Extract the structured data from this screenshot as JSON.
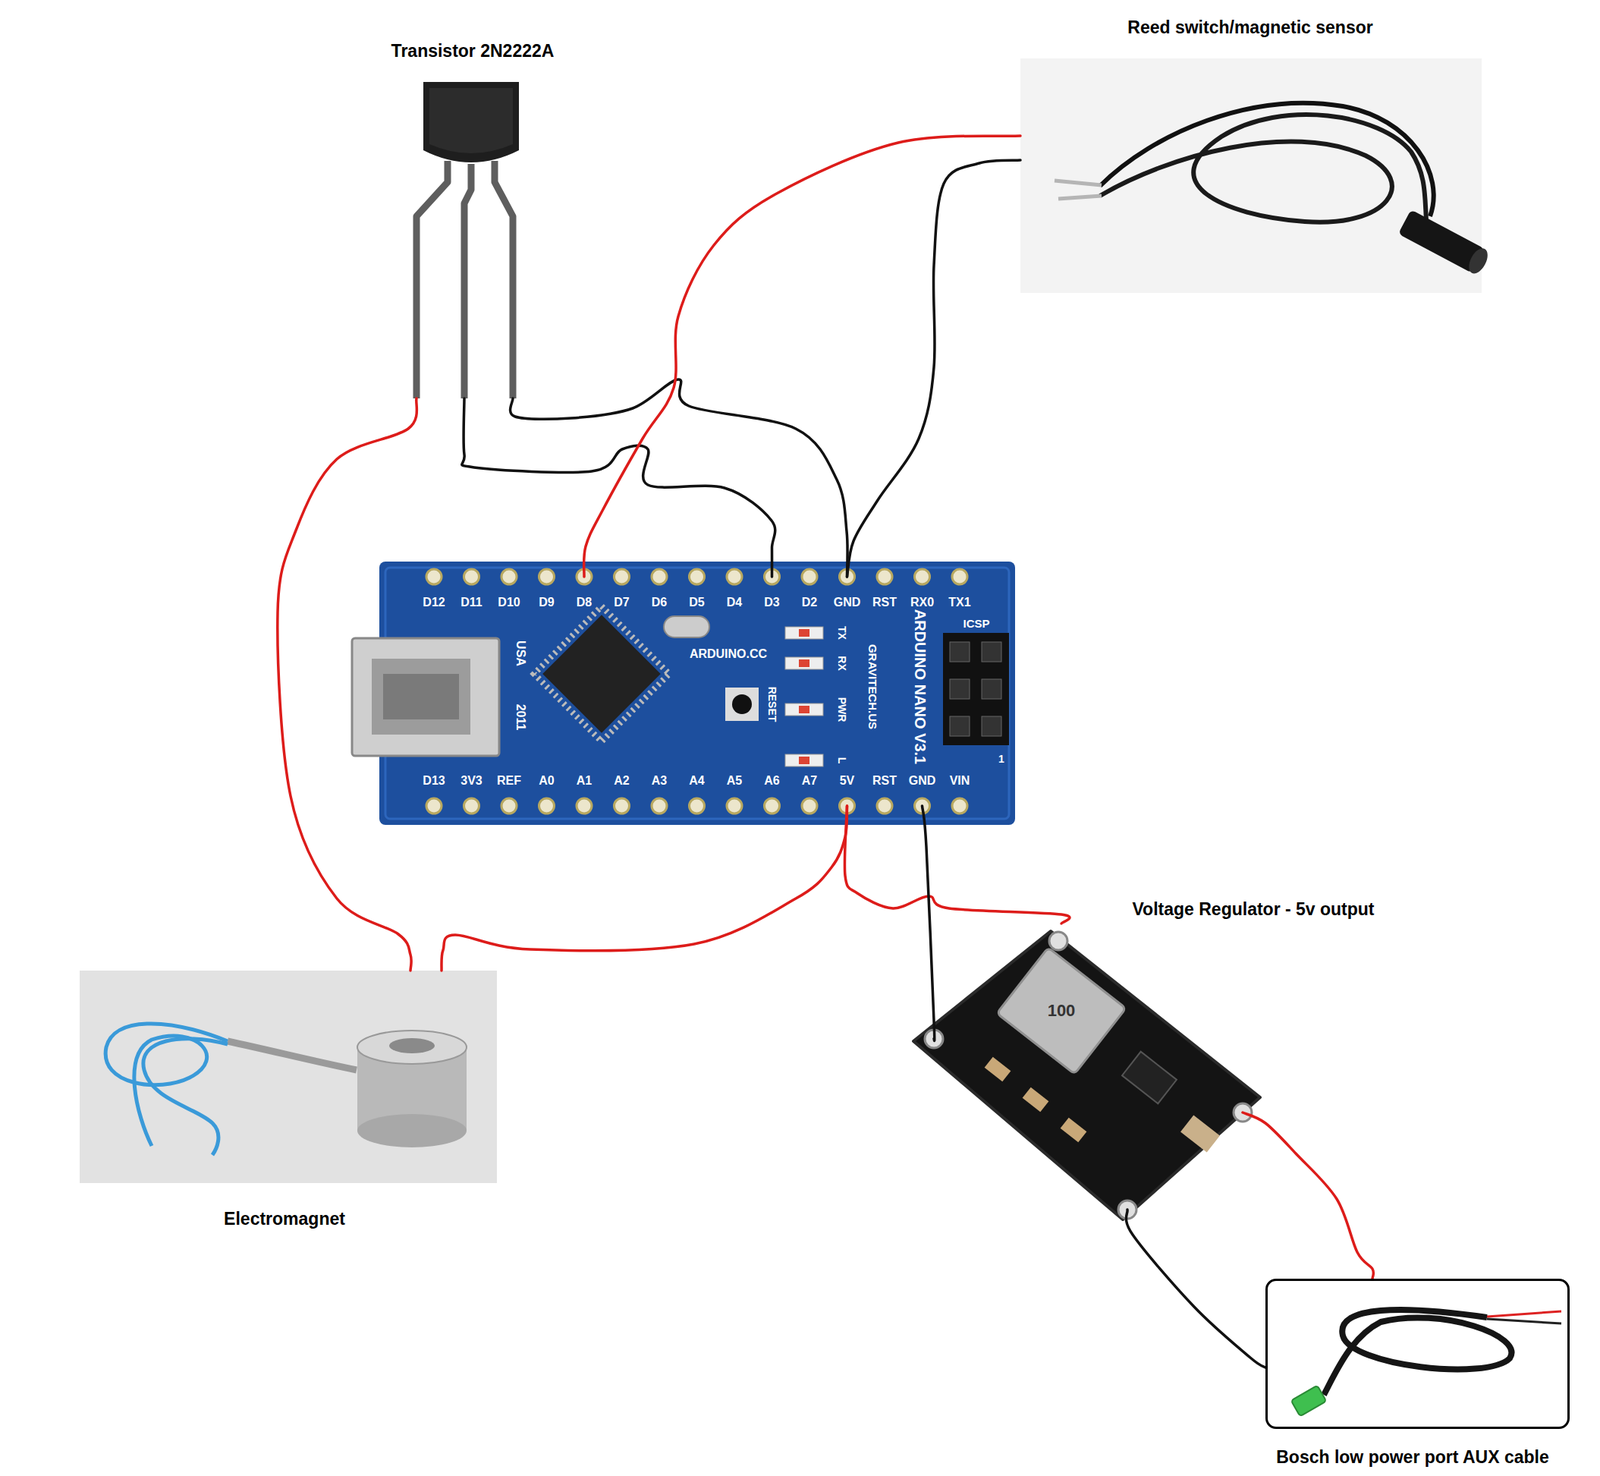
{
  "diagram": {
    "nodes": [
      {
        "text": [
          "Transistor 2N2222A"
        ]
      },
      {
        "text": [
          "Reed switch/magnetic sensor"
        ]
      },
      {
        "text": [
          "ARDUINO NANO V3.1"
        ]
      },
      {
        "text": [
          "Electromagnet"
        ]
      },
      {
        "text": [
          "Voltage Regulator - 5v output"
        ]
      },
      {
        "text": [
          "Bosch low power port AUX cable"
        ]
      }
    ],
    "edges": [
      {
        "from": 0,
        "to": 3,
        "arrow": "none"
      },
      {
        "from": 0,
        "to": 2,
        "arrow": "none"
      },
      {
        "from": 0,
        "to": 2,
        "arrow": "none"
      },
      {
        "from": 1,
        "to": 2,
        "arrow": "none"
      },
      {
        "from": 1,
        "to": 2,
        "arrow": "none"
      },
      {
        "from": 2,
        "to": 3,
        "arrow": "none"
      },
      {
        "from": 2,
        "to": 4,
        "arrow": "none"
      },
      {
        "from": 2,
        "to": 4,
        "arrow": "none"
      },
      {
        "from": 4,
        "to": 5,
        "arrow": "none"
      },
      {
        "from": 4,
        "to": 5,
        "arrow": "none"
      }
    ],
    "labels": [
      "D12",
      "D11",
      "D10",
      "D9",
      "D8",
      "D7",
      "D6",
      "D5",
      "D4",
      "D3",
      "D2",
      "GND",
      "RST",
      "RX0",
      "TX1",
      "ICSP",
      "ARDUINO.CC",
      "RESET",
      "TX",
      "RX",
      "PWR",
      "L",
      "GRAVITECH.US",
      "USA",
      "2011",
      "1",
      "D13",
      "3V3",
      "REF",
      "A0",
      "A1",
      "A2",
      "A3",
      "A4",
      "A5",
      "A6",
      "A7",
      "5V",
      "RST",
      "GND",
      "VIN",
      "100"
    ]
  }
}
